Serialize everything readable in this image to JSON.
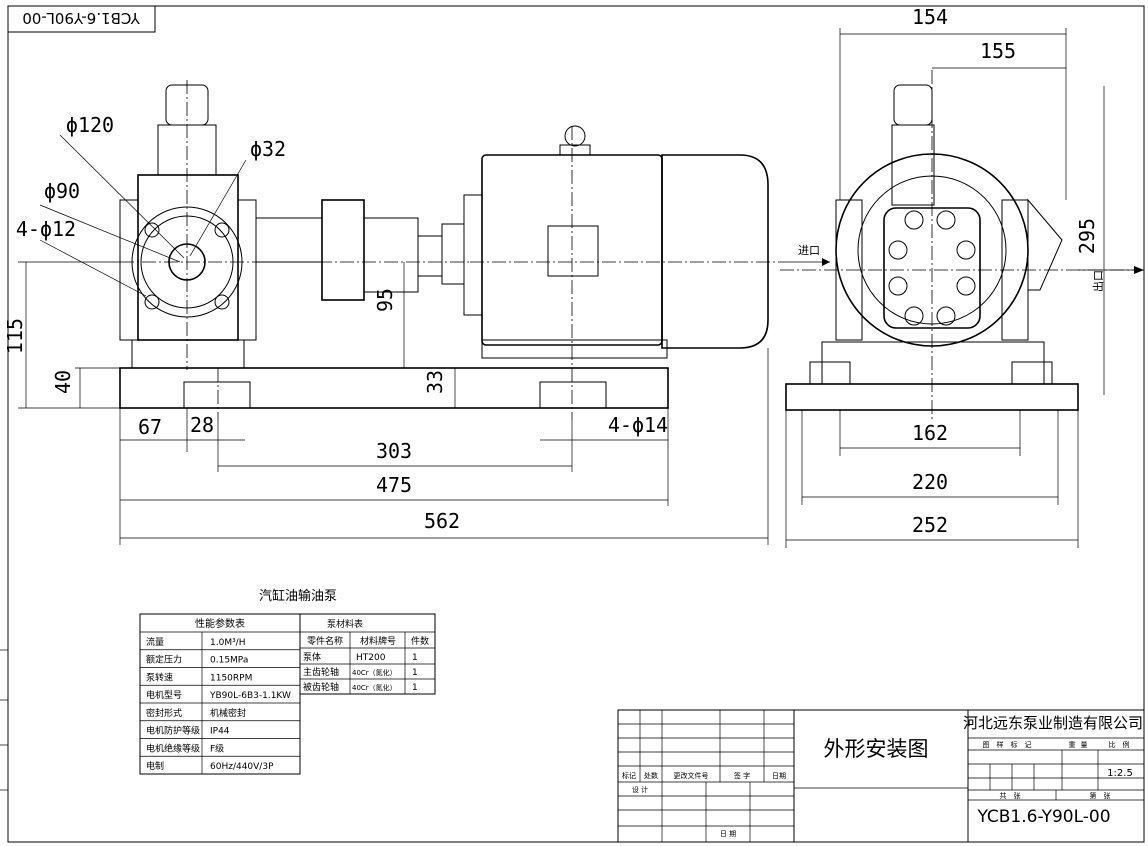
{
  "drawing_code_flipped": "YCB1.6-Y90L-00",
  "dims_front": {
    "phi120": "ϕ120",
    "phi32": "ϕ32",
    "phi90": "ϕ90",
    "holes_4phi12": "4-ϕ12",
    "d115": "115",
    "d40": "40",
    "d95": "95",
    "d33": "33",
    "d67": "67",
    "d28": "28",
    "d303": "303",
    "holes_4phi14": "4-ϕ14",
    "d475": "475",
    "d562": "562"
  },
  "dims_side": {
    "d154": "154",
    "d155": "155",
    "d295": "295",
    "d162": "162",
    "d220": "220",
    "d252": "252",
    "inlet": "进口",
    "outlet": "出口"
  },
  "pump_name": "汽缸油输油泵",
  "perf_table": {
    "title": "性能参数表",
    "rows": [
      {
        "label": "流量",
        "value": "1.0M³/H"
      },
      {
        "label": "额定压力",
        "value": "0.15MPa"
      },
      {
        "label": "泵转速",
        "value": "1150RPM"
      },
      {
        "label": "电机型号",
        "value": "YB90L-6B3-1.1KW"
      },
      {
        "label": "密封形式",
        "value": "机械密封"
      },
      {
        "label": "电机防护等级",
        "value": "IP44"
      },
      {
        "label": "电机绝缘等级",
        "value": "F级"
      },
      {
        "label": "电制",
        "value": "60Hz/440V/3P"
      }
    ]
  },
  "material_table": {
    "title": "泵材料表",
    "headers": [
      "零件名称",
      "材料牌号",
      "件数"
    ],
    "rows": [
      [
        "泵体",
        "HT200",
        "1"
      ],
      [
        "主齿轮轴",
        "40Cr（氮化）",
        "1"
      ],
      [
        "被齿轮轴",
        "40Cr（氮化）",
        "1"
      ]
    ]
  },
  "title_block": {
    "company": "河北远东泵业制造有限公司",
    "drawing_title": "外形安装图",
    "col_labels": [
      "图",
      "样",
      "标",
      "记",
      "重",
      "量",
      "比",
      "例"
    ],
    "scale": "1:2.5",
    "sheets_total": "共　张",
    "sheet_no": "第　张",
    "code": "YCB1.6-Y90L-00",
    "rev_labels": [
      "标记",
      "处数",
      "更改文件号",
      "签 字",
      "日期"
    ],
    "design": "设 计",
    "date": "日 期"
  }
}
